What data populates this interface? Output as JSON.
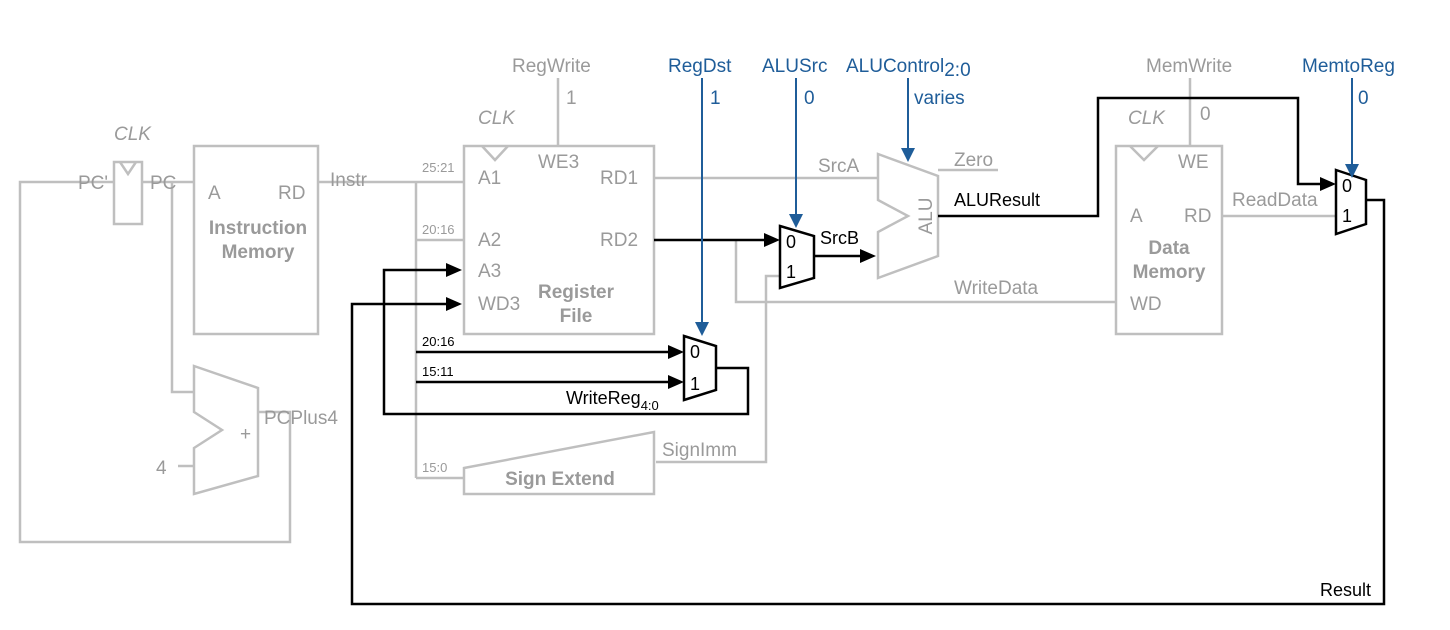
{
  "colors": {
    "inactive": "#bfbfbf",
    "inactive_text": "#9a9a9a",
    "active": "#000000",
    "control": "#1f5d99"
  },
  "control": {
    "regwrite": {
      "name": "RegWrite",
      "value": "1"
    },
    "regdst": {
      "name": "RegDst",
      "value": "1"
    },
    "alusrc": {
      "name": "ALUSrc",
      "value": "0"
    },
    "alucontrol": {
      "name": "ALUControl",
      "sub": "2:0",
      "value": "varies"
    },
    "memwrite": {
      "name": "MemWrite",
      "value": "0"
    },
    "memtoreg": {
      "name": "MemtoReg",
      "value": "0"
    }
  },
  "labels": {
    "clk": "CLK",
    "pc_prime": "PC'",
    "pc": "PC",
    "im_a": "A",
    "im_rd": "RD",
    "im_title1": "Instruction",
    "im_title2": "Memory",
    "instr": "Instr",
    "bits_25_21": "25:21",
    "bits_20_16": "20:16",
    "bits_20_16b": "20:16",
    "bits_15_11": "15:11",
    "bits_15_0": "15:0",
    "rf_a1": "A1",
    "rf_a2": "A2",
    "rf_a3": "A3",
    "rf_wd3": "WD3",
    "rf_we3": "WE3",
    "rf_rd1": "RD1",
    "rf_rd2": "RD2",
    "rf_title1": "Register",
    "rf_title2": "File",
    "srca": "SrcA",
    "srcb": "SrcB",
    "zero": "Zero",
    "alu": "ALU",
    "aluresult": "ALUResult",
    "writedata": "WriteData",
    "writereg": "WriteReg",
    "writereg_sub": "4:0",
    "dm_a": "A",
    "dm_rd": "RD",
    "dm_wd": "WD",
    "dm_we": "WE",
    "dm_title1": "Data",
    "dm_title2": "Memory",
    "readdata": "ReadData",
    "result": "Result",
    "pcplus4": "PCPlus4",
    "plus": "+",
    "four": "4",
    "signimm": "SignImm",
    "sign_extend": "Sign Extend",
    "mux_0": "0",
    "mux_1": "1"
  }
}
